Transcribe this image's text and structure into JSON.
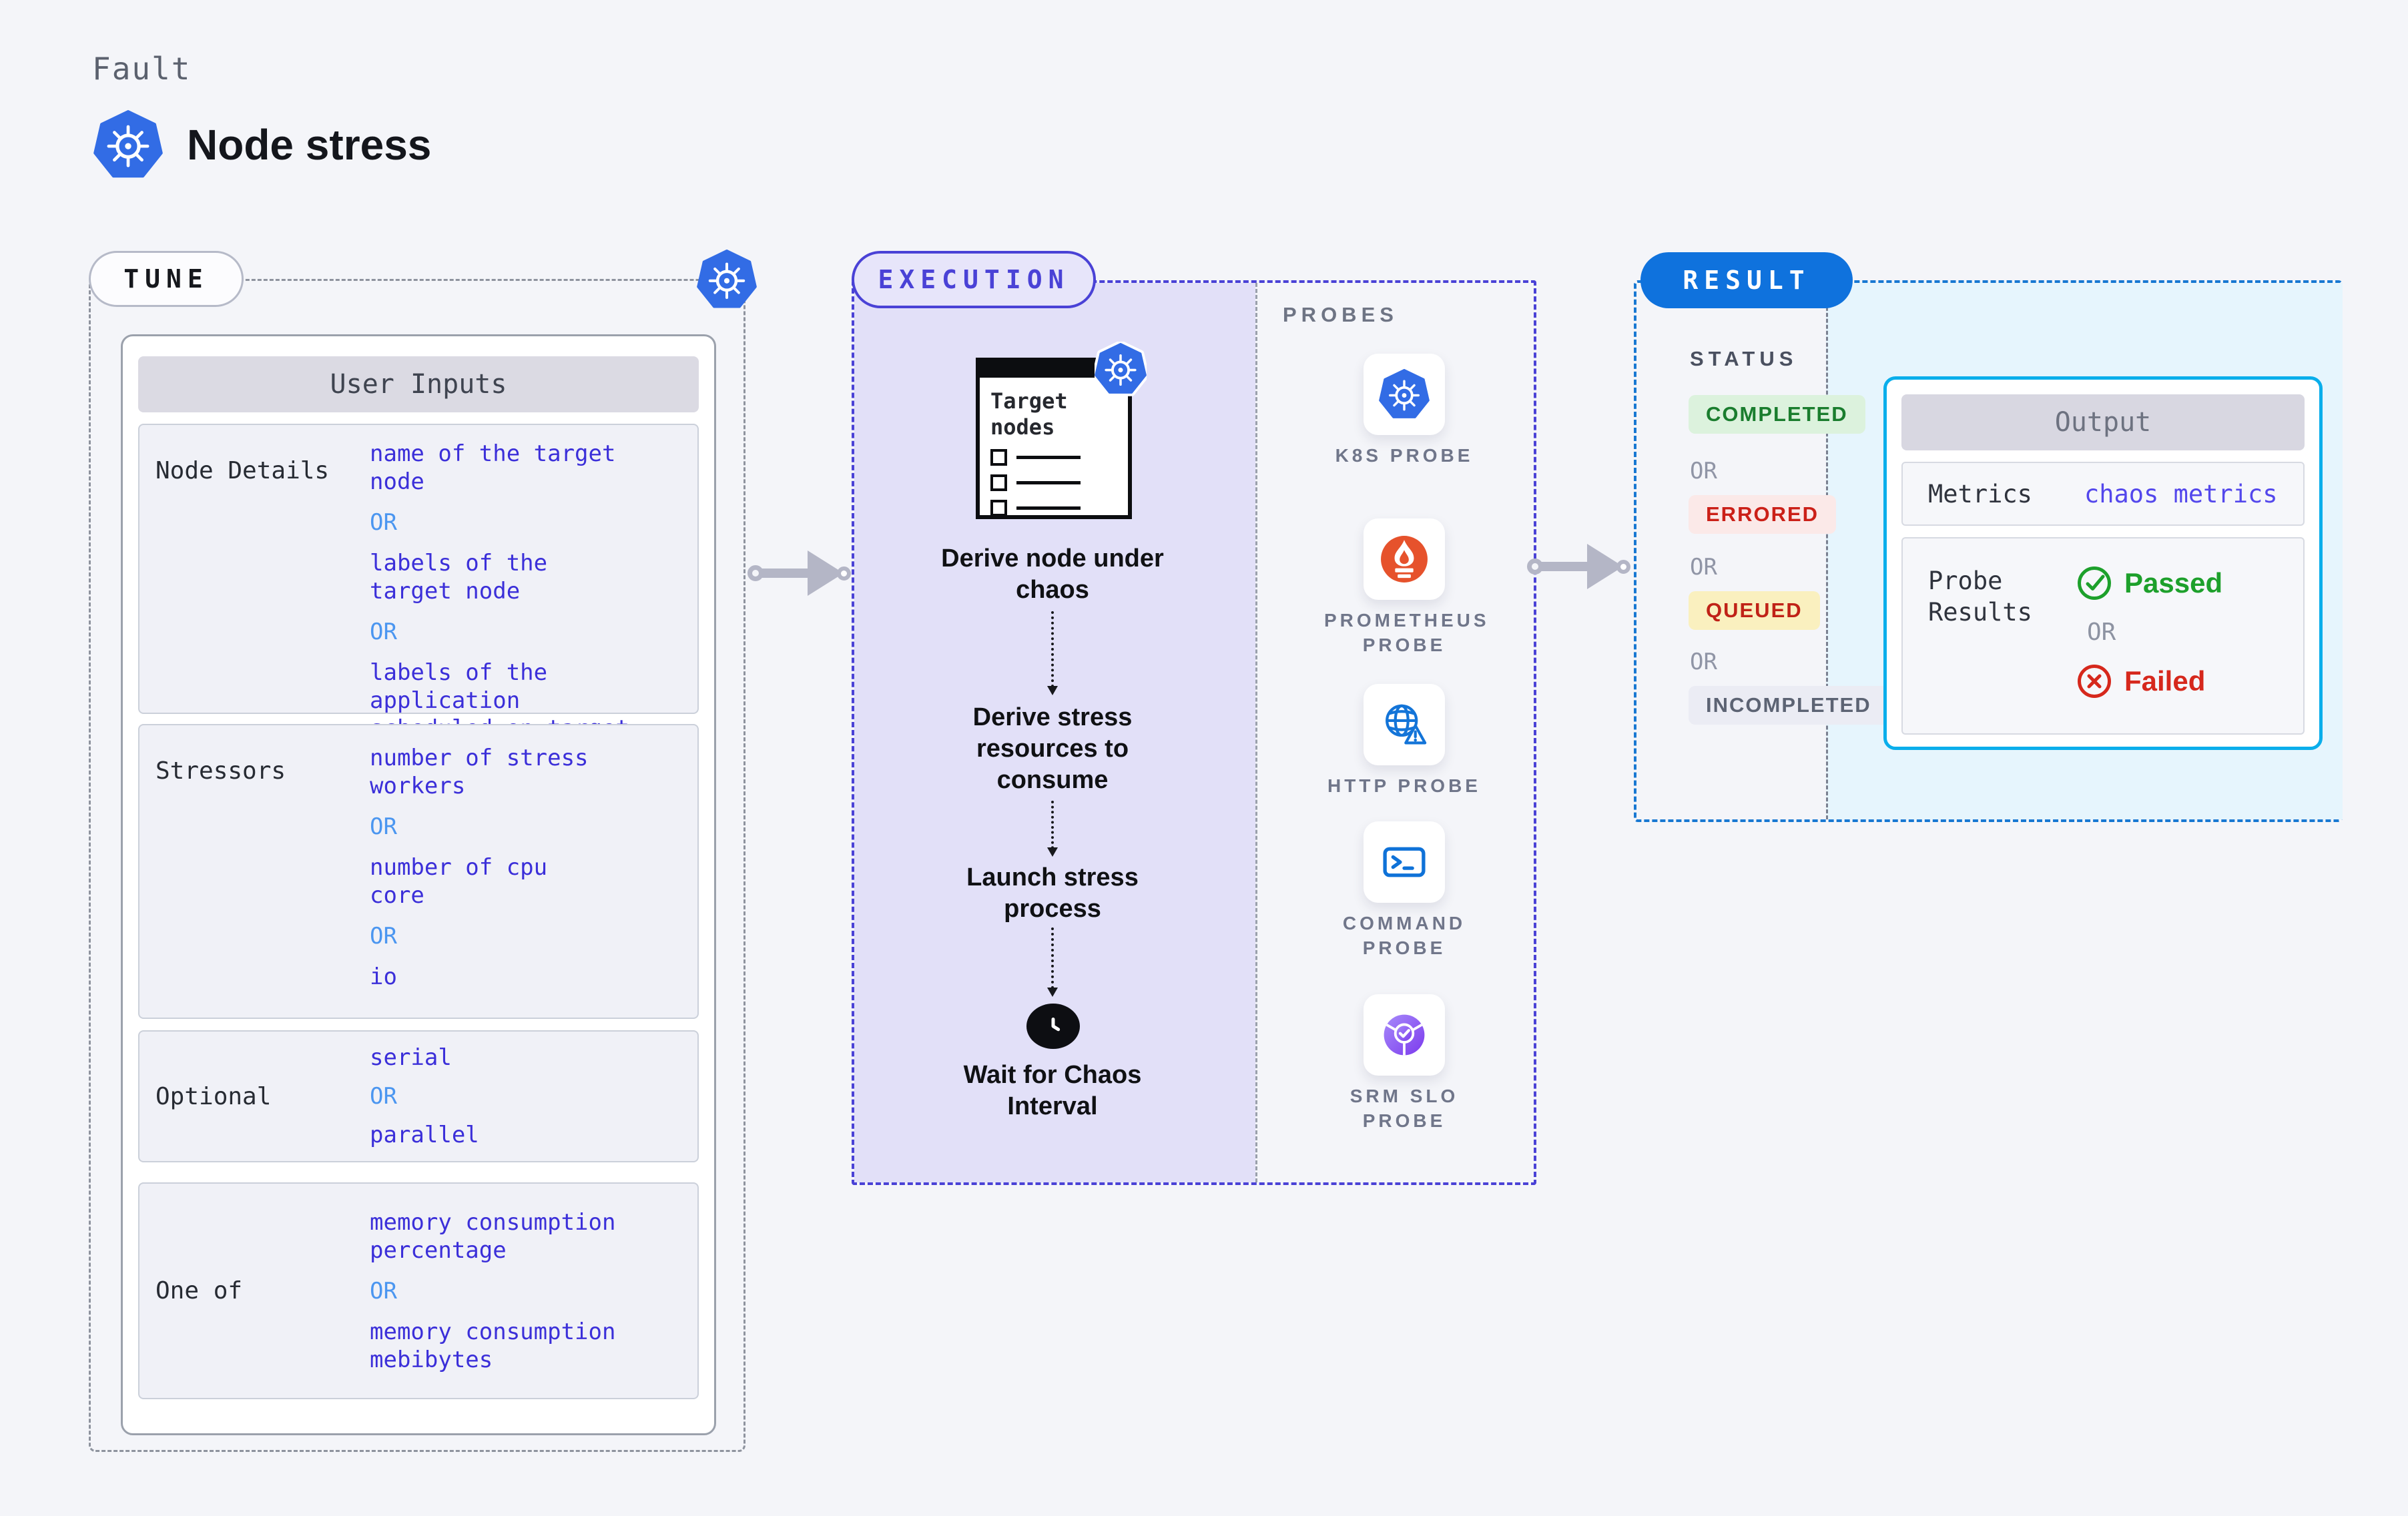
{
  "header": {
    "kicker": "Fault",
    "title": "Node stress",
    "title_icon": "kubernetes-icon"
  },
  "tune": {
    "label": "TUNE",
    "corner_icon": "kubernetes-icon",
    "table_title": "User Inputs",
    "or_label": "OR",
    "rows": [
      {
        "label": "Node Details",
        "options": [
          "name of the target\nnode",
          "labels of the\ntarget node",
          "labels of the application\nscheduled on target node"
        ]
      },
      {
        "label": "Stressors",
        "options": [
          "number of stress\nworkers",
          "number of cpu\ncore",
          "io"
        ]
      },
      {
        "label": "Optional",
        "options": [
          "serial",
          "parallel"
        ]
      },
      {
        "label": "One of",
        "options": [
          "memory consumption\npercentage",
          "memory consumption\nmebibytes"
        ]
      }
    ]
  },
  "execution": {
    "label": "EXECUTION",
    "clipboard": {
      "title": "Target nodes",
      "badge_icon": "kubernetes-icon"
    },
    "steps": [
      "Derive node under chaos",
      "Derive stress resources to consume",
      "Launch stress process",
      "Wait for Chaos Interval"
    ],
    "clock_icon": "clock-icon"
  },
  "probes": {
    "label": "PROBES",
    "items": [
      {
        "label": "K8S PROBE",
        "icon": "kubernetes-icon"
      },
      {
        "label": "PROMETHEUS PROBE",
        "icon": "prometheus-icon"
      },
      {
        "label": "HTTP PROBE",
        "icon": "globe-alert-icon"
      },
      {
        "label": "COMMAND PROBE",
        "icon": "terminal-icon"
      },
      {
        "label": "SRM SLO PROBE",
        "icon": "pie-check-icon"
      }
    ]
  },
  "result": {
    "label": "RESULT",
    "status_title": "STATUS",
    "or_label": "OR",
    "statuses": [
      {
        "label": "COMPLETED",
        "fg": "#1a7d2e",
        "bg": "#dcf2dd"
      },
      {
        "label": "ERRORED",
        "fg": "#cb2018",
        "bg": "#fbe9e8"
      },
      {
        "label": "QUEUED",
        "fg": "#c02217",
        "bg": "#faf0bf"
      },
      {
        "label": "INCOMPLETED",
        "fg": "#5c6373",
        "bg": "#ebecf4"
      }
    ],
    "output": {
      "title": "Output",
      "metrics_label": "Metrics",
      "metrics_value": "chaos metrics",
      "probe_results_label": "Probe Results",
      "passed_label": "Passed",
      "failed_label": "Failed",
      "or_label": "OR"
    }
  },
  "colors": {
    "page_bg": "#f4f5f9",
    "kubernetes_blue": "#326ce5",
    "tune_accent": "#8e939e",
    "execution_accent": "#4a42d6",
    "execution_fill": "#e2e0f8",
    "result_accent": "#1878d2",
    "result_fill": "#e6f5fd",
    "output_border": "#0aaeeb",
    "value_text": "#3b2fd9",
    "or_text": "#4b96f0",
    "passed_green": "#1da02b",
    "failed_red": "#d6281c",
    "prometheus_orange": "#e6522c",
    "probe_blue": "#1374d8",
    "srm_purple": "#7c3aed",
    "progress_green": "#1e8a47"
  }
}
